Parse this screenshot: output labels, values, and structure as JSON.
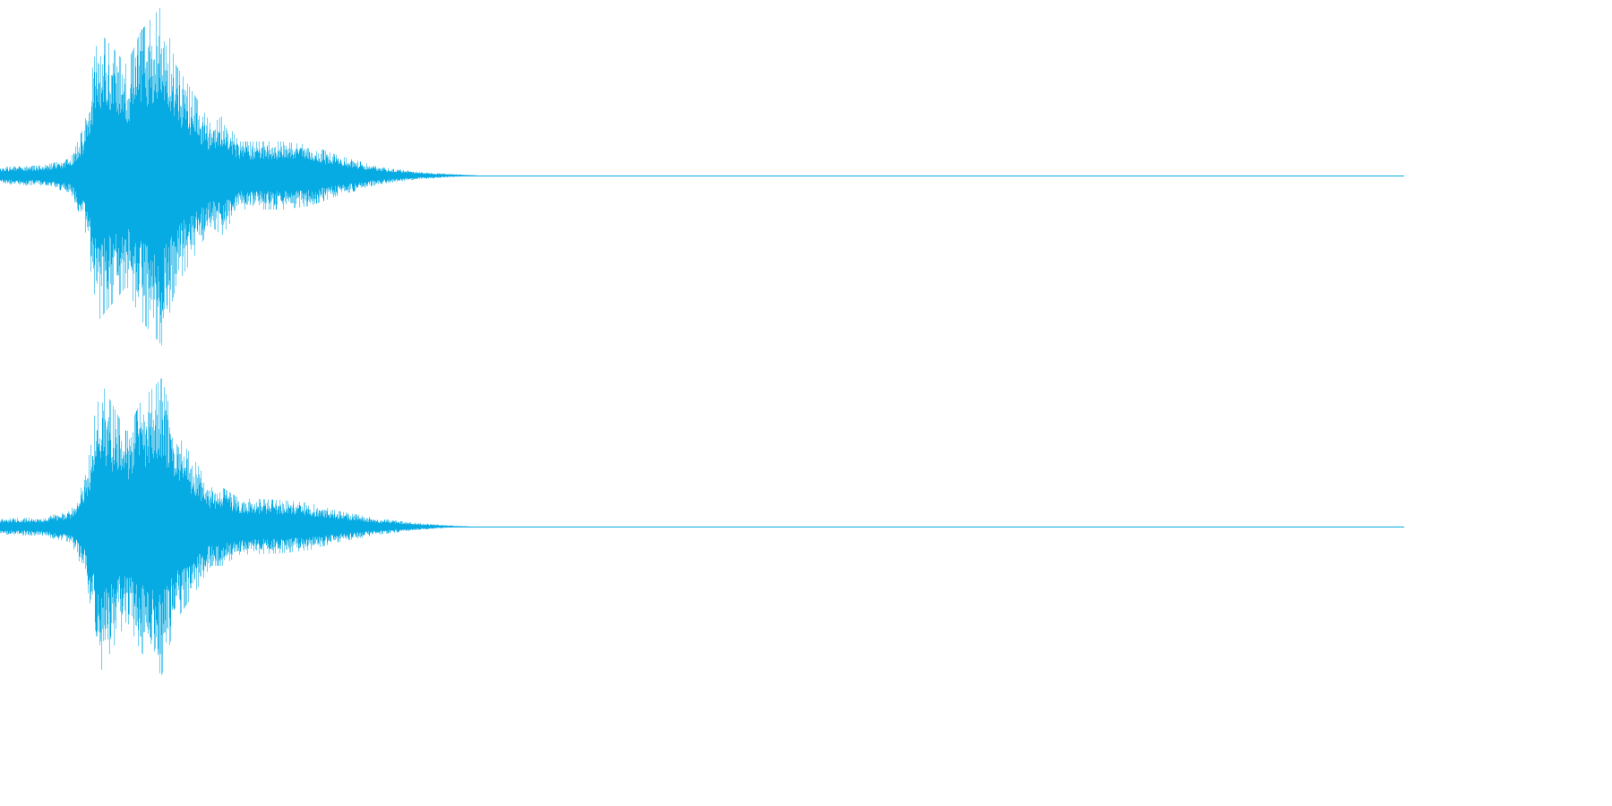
{
  "waveform": {
    "color": "#07abe3",
    "channels": [
      {
        "name": "left",
        "envelope": [
          [
            0.0,
            0.05
          ],
          [
            0.03,
            0.06
          ],
          [
            0.05,
            0.1
          ],
          [
            0.06,
            0.3
          ],
          [
            0.065,
            0.6
          ],
          [
            0.07,
            0.85
          ],
          [
            0.09,
            0.65
          ],
          [
            0.1,
            0.85
          ],
          [
            0.115,
            1.0
          ],
          [
            0.125,
            0.65
          ],
          [
            0.14,
            0.45
          ],
          [
            0.15,
            0.3
          ],
          [
            0.158,
            0.35
          ],
          [
            0.17,
            0.2
          ],
          [
            0.2,
            0.2
          ],
          [
            0.22,
            0.18
          ],
          [
            0.24,
            0.12
          ],
          [
            0.27,
            0.05
          ],
          [
            0.3,
            0.02
          ],
          [
            0.33,
            0.005
          ],
          [
            0.34,
            0.0
          ],
          [
            1.0,
            0.0
          ]
        ]
      },
      {
        "name": "right",
        "envelope": [
          [
            0.0,
            0.05
          ],
          [
            0.03,
            0.06
          ],
          [
            0.05,
            0.1
          ],
          [
            0.06,
            0.3
          ],
          [
            0.065,
            0.55
          ],
          [
            0.07,
            0.95
          ],
          [
            0.09,
            0.6
          ],
          [
            0.1,
            0.8
          ],
          [
            0.115,
            0.95
          ],
          [
            0.125,
            0.6
          ],
          [
            0.14,
            0.4
          ],
          [
            0.15,
            0.25
          ],
          [
            0.158,
            0.25
          ],
          [
            0.17,
            0.18
          ],
          [
            0.2,
            0.17
          ],
          [
            0.22,
            0.15
          ],
          [
            0.24,
            0.1
          ],
          [
            0.27,
            0.05
          ],
          [
            0.3,
            0.02
          ],
          [
            0.325,
            0.004
          ],
          [
            0.335,
            0.0
          ],
          [
            1.0,
            0.0
          ]
        ]
      }
    ]
  }
}
